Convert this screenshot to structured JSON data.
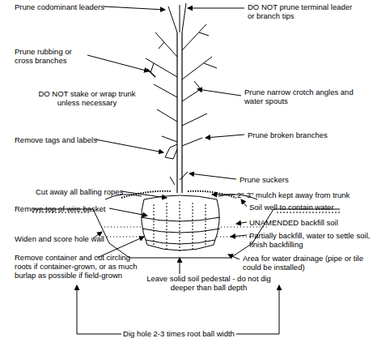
{
  "diagram": {
    "labels": [
      "Prune codominant leaders",
      "DO NOT prune terminal leader or branch tips",
      "Prune rubbing or cross branches",
      "Prune narrow crotch angles and water spouts",
      "DO NOT stake or wrap trunk unless necessary",
      "Prune broken branches",
      "Remove tags and labels",
      "Prune suckers",
      "2\"-3\" mulch kept away from trunk",
      "Cut away all balling ropes",
      "Soil well to contain water",
      "Remove top of wire basket",
      "UNAMENDED backfill soil",
      "Partially backfill, water to settle soil, finish backfilling",
      "Widen and score hole wall",
      "Area for water drainage (pipe or tile could be installed)",
      "Remove container and cut circling roots if container-grown, or as much burlap as possible if field-grown",
      "Leave solid soil pedestal - do not dig deeper than ball depth",
      "Dig hole 2-3 times root ball width"
    ]
  }
}
